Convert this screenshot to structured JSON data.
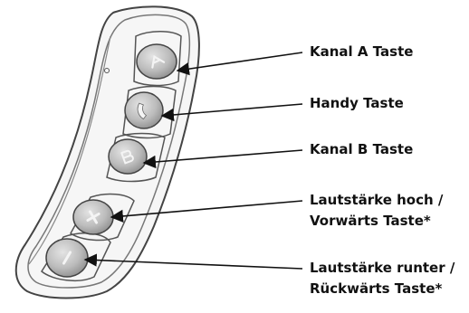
{
  "labels": {
    "kanal_a": "Kanal A Taste",
    "handy": "Handy Taste",
    "kanal_b": "Kanal B Taste",
    "vol_up_1": "Lautstärke hoch /",
    "vol_up_2": "Vorwärts Taste*",
    "vol_down_1": "Lautstärke runter /",
    "vol_down_2": "Rückwärts Taste*"
  },
  "icons": {
    "kanal_a": "letter-a-icon",
    "handy": "phone-handset-icon",
    "kanal_b": "letter-b-icon",
    "vol_up": "plus-icon",
    "vol_down": "minus-icon"
  },
  "colors": {
    "outline": "#444444",
    "button_fill": "#b8b8b8",
    "body_fill": "#f6f6f6",
    "text": "#111111"
  }
}
